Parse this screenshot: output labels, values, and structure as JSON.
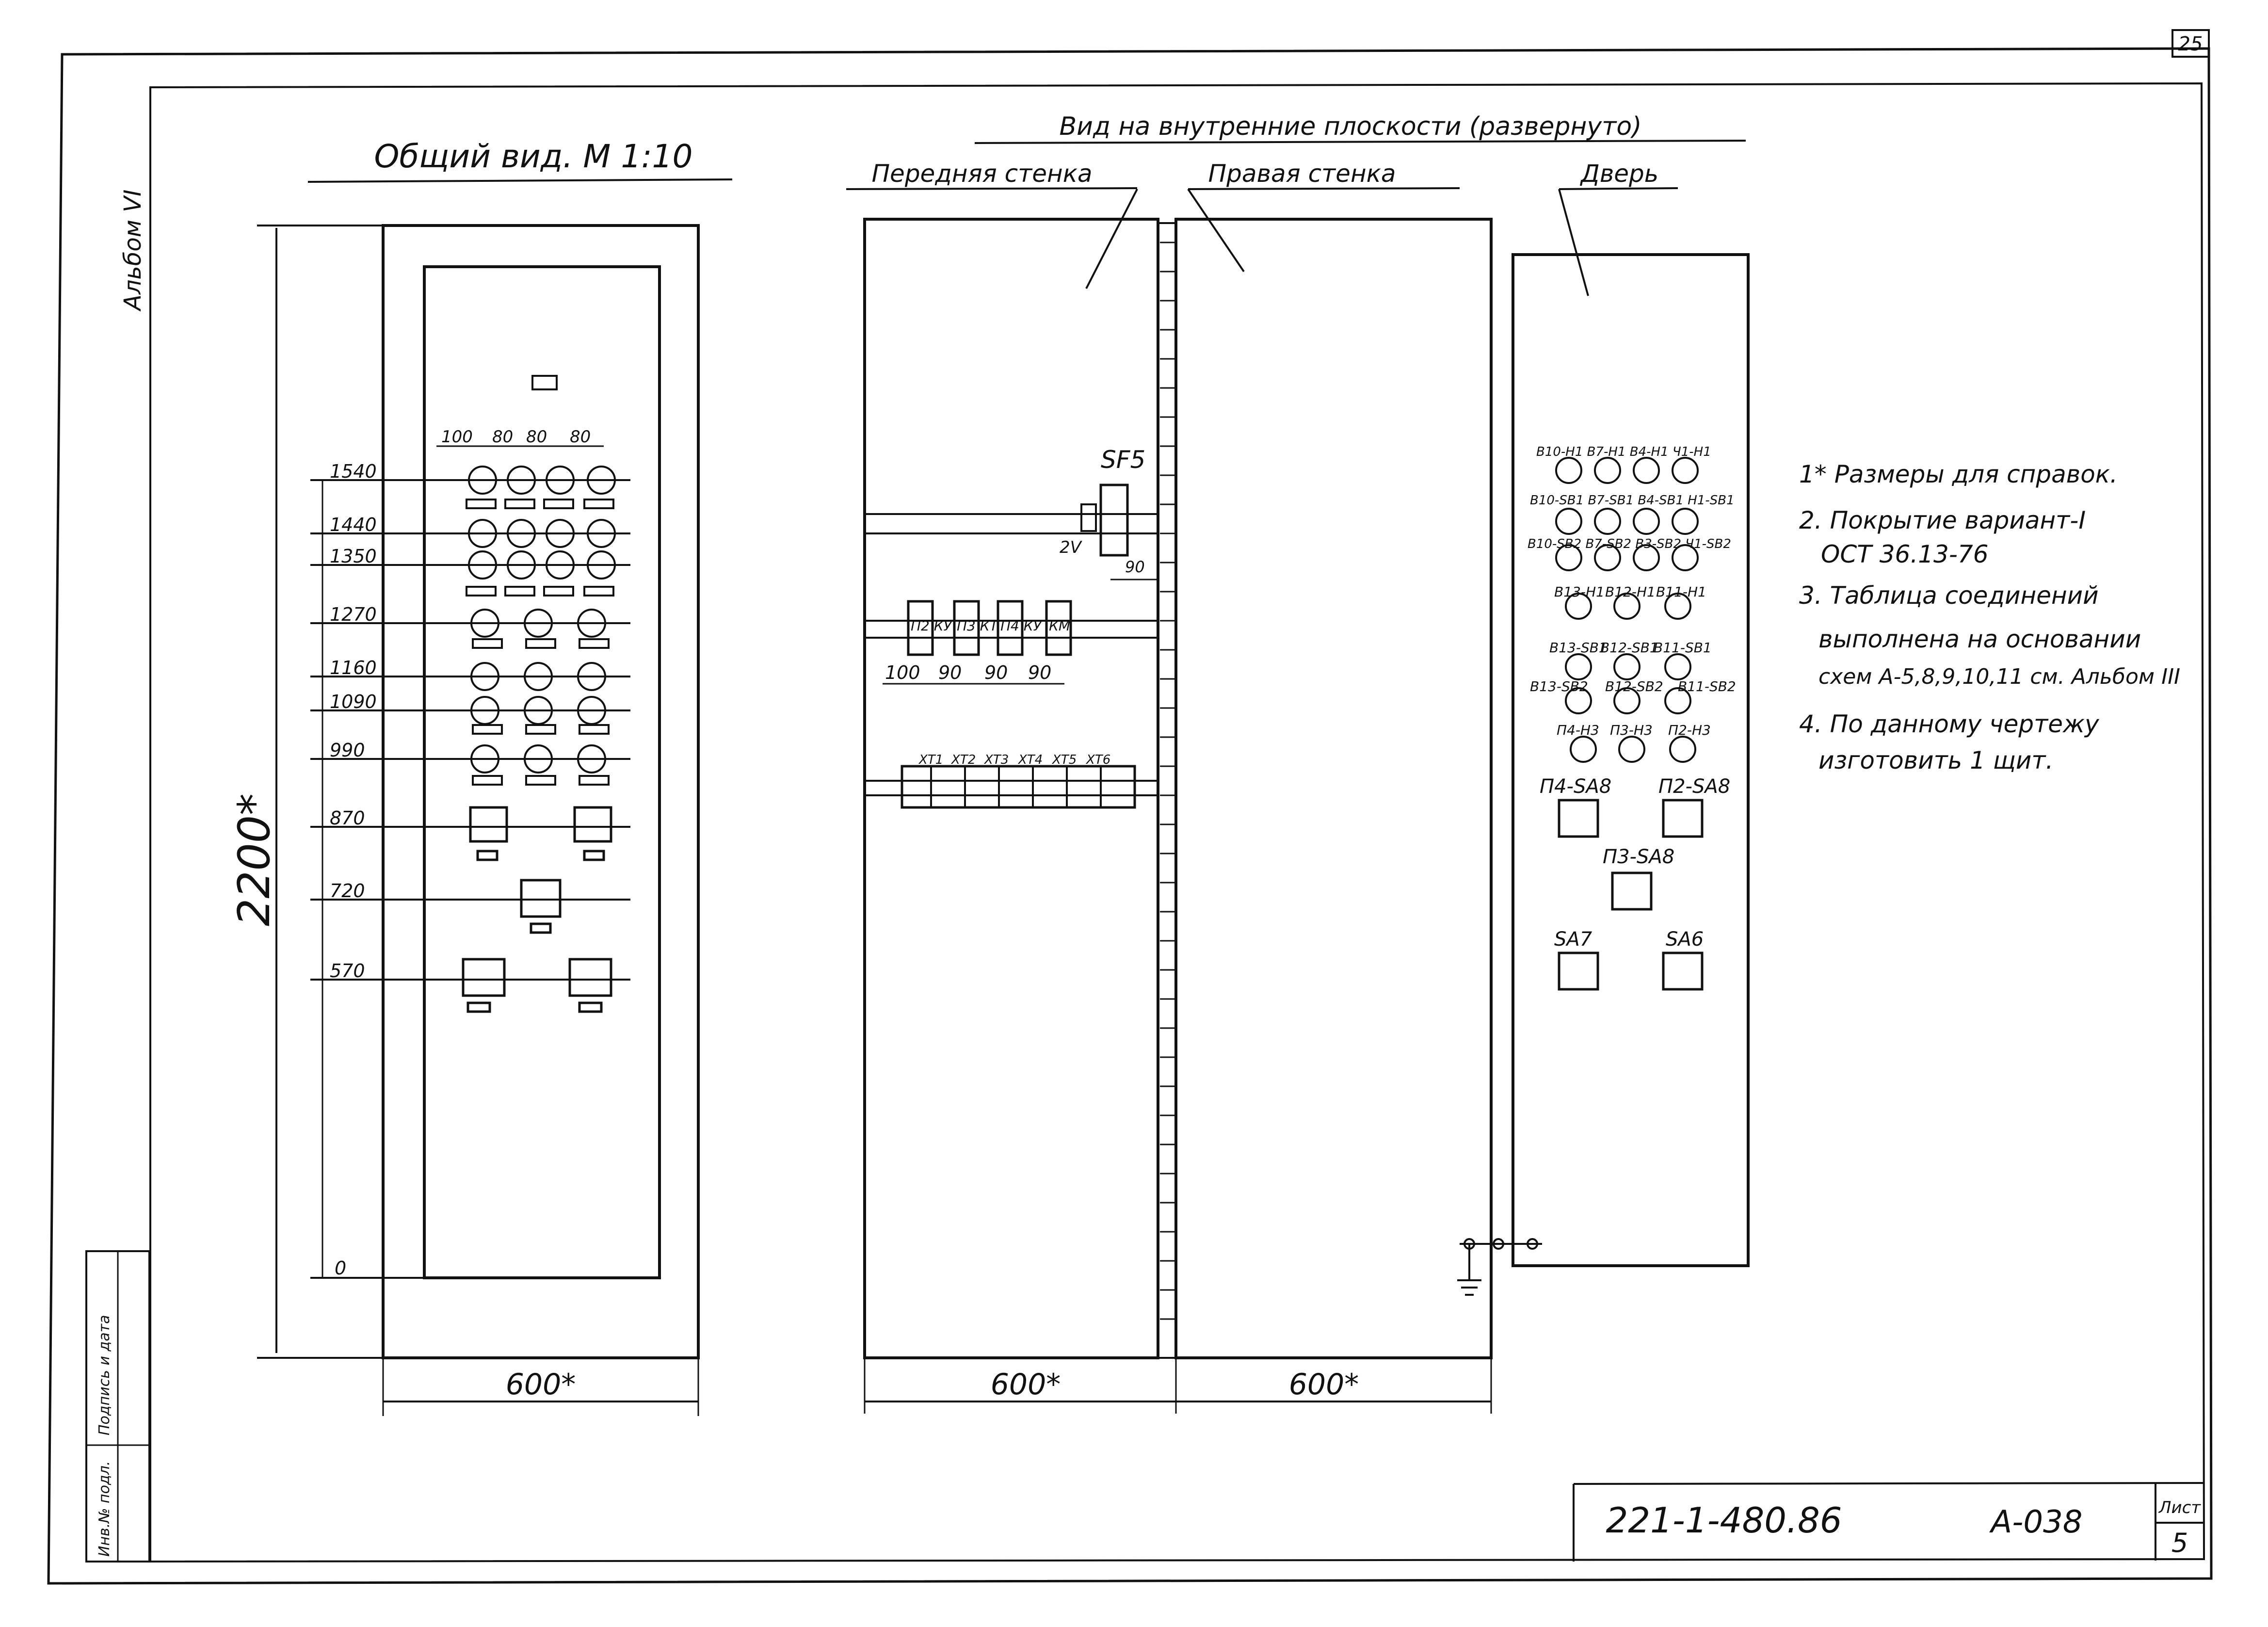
{
  "sheet_number_top": "25",
  "album_label": "Альбом VI",
  "general_view": {
    "title": "Общий вид. М 1:10",
    "height_dim": "2200*",
    "width_dim": "600*",
    "column_dims": [
      "100",
      "80",
      "80",
      "80"
    ],
    "levels": [
      "1540",
      "1440",
      "1350",
      "1270",
      "1160",
      "1090",
      "990",
      "870",
      "720",
      "570",
      "0"
    ]
  },
  "inner_view": {
    "title": "Вид на внутренние плоскости (развернуто)",
    "front_wall": "Передняя стенка",
    "right_wall": "Правая стенка",
    "door": "Дверь",
    "breaker": "SF5",
    "breaker_note": "2V",
    "breaker_dim": "90",
    "relays": [
      "П2 КУ",
      "П3 КТ",
      "П4 КУ",
      "КМ"
    ],
    "relay_dims": [
      "100",
      "90",
      "90",
      "90"
    ],
    "terminals": [
      "ХТ1",
      "ХТ2",
      "ХТ3",
      "ХТ4",
      "ХТ5",
      "ХТ6"
    ],
    "front_width_dim": "600*",
    "right_width_dim": "600*"
  },
  "door_items": {
    "row1": "В10-Н1 В7-Н1 В4-Н1 Ч1-Н1",
    "row2": "В10-SВ1 В7-SВ1 В4-SВ1 Н1-SВ1",
    "row3": "В10-SВ2 В7-SВ2 В3-SВ2 Ч1-SВ2",
    "row4": [
      "В13-Н1",
      "В12-Н1",
      "В11-Н1"
    ],
    "row5": [
      "В13-SВ1",
      "В12-SВ1",
      "В11-SВ1"
    ],
    "row6": [
      "В13-SВ2",
      "В12-SВ2",
      "В11-SВ2"
    ],
    "row7": [
      "П4-Н3",
      "П3-Н3",
      "П2-Н3"
    ],
    "switches": [
      "П4-SА8",
      "П2-SА8",
      "П3-SА8",
      "SА7",
      "SА6"
    ]
  },
  "notes": [
    "1* Размеры для справок.",
    "2. Покрытие вариант-I",
    "ОСТ 36.13-76",
    "3. Таблица соединений",
    "выполнена на основании",
    "схем А-5,8,9,10,11 см. Альбом III",
    "4. По данному чертежу",
    "изготовить 1 щит."
  ],
  "side_stamp": {
    "inv": "Инв.№ подл.",
    "sign": "Подпись и дата"
  },
  "title_block": {
    "code": "221-1-480.86",
    "doc": "А-038",
    "sheet_label": "Лист",
    "sheet_no": "5"
  }
}
